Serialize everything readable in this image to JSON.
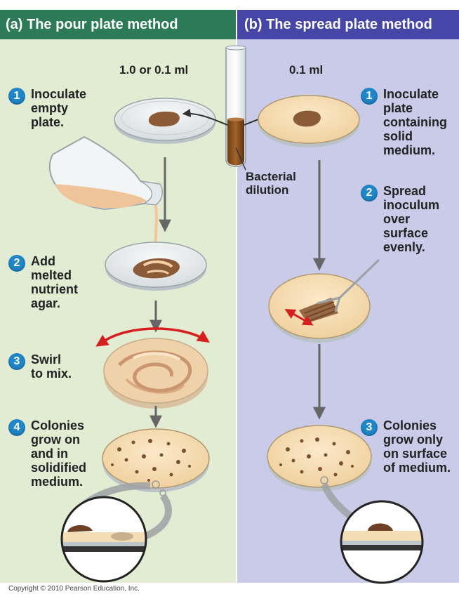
{
  "panels": {
    "pour": {
      "title": "(a) The pour plate method",
      "volume": "1.0 or 0.1 ml",
      "steps": [
        {
          "n": "1",
          "text": "Inoculate\nempty\nplate."
        },
        {
          "n": "2",
          "text": "Add\nmelted\nnutrient\nagar."
        },
        {
          "n": "3",
          "text": "Swirl\nto mix."
        },
        {
          "n": "4",
          "text": "Colonies\ngrow on\nand in\nsolidified\nmedium."
        }
      ]
    },
    "spread": {
      "title": "(b) The spread plate method",
      "volume": "0.1 ml",
      "steps": [
        {
          "n": "1",
          "text": "Inoculate\nplate\ncontaining\nsolid\nmedium."
        },
        {
          "n": "2",
          "text": "Spread\ninoculum\nover\nsurface\nevenly."
        },
        {
          "n": "3",
          "text": "Colonies\ngrow only\non surface\nof medium."
        }
      ]
    }
  },
  "tube_label": "Bacterial\ndilution",
  "copyright": "Copyright © 2010 Pearson Education, Inc.",
  "colors": {
    "pour_bg": "#e1ecd3",
    "spread_bg": "#c9cbe8",
    "pour_header": "#2d7a56",
    "spread_header": "#4546a6",
    "step_badge": "#1f86c8",
    "agar": "#f6dcb2",
    "inoculum": "#8b5a36",
    "swirl_arrow": "#d61f1f"
  }
}
